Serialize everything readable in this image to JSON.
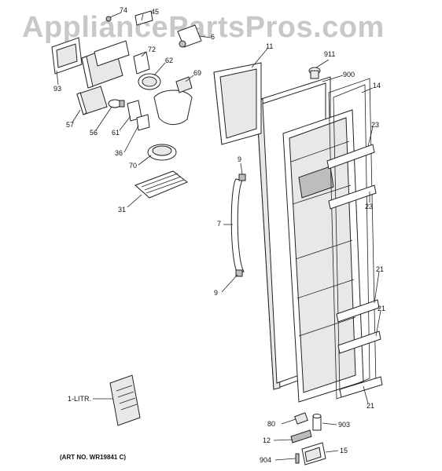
{
  "watermark": "AppliancePartsPros.com",
  "art_no": "(ART NO. WR19841 C)",
  "callouts": {
    "c74": "74",
    "c45": "45",
    "c6": "6",
    "c93": "93",
    "c72": "72",
    "c62": "62",
    "c69": "69",
    "c57": "57",
    "c56": "56",
    "c61": "61",
    "c36": "36",
    "c70": "70",
    "c31": "31",
    "c11": "11",
    "c911": "911",
    "c900": "900",
    "c14": "14",
    "c23a": "23",
    "c23b": "23",
    "c9a": "9",
    "c7": "7",
    "c9b": "9",
    "c21a": "21",
    "c21b": "21",
    "c21c": "21",
    "c1litr": "1-LITR.",
    "c80": "80",
    "c903": "903",
    "c12": "12",
    "c15": "15",
    "c904": "904"
  }
}
